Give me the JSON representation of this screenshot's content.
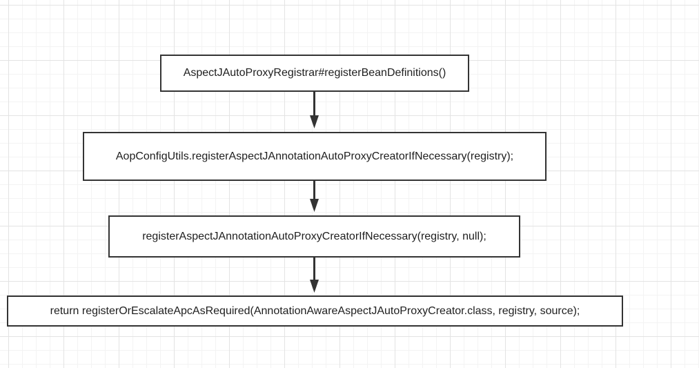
{
  "diagram": {
    "nodes": [
      {
        "id": "n1",
        "label": "AspectJAutoProxyRegistrar#registerBeanDefinitions()"
      },
      {
        "id": "n2",
        "label": "AopConfigUtils.registerAspectJAnnotationAutoProxyCreatorIfNecessary(registry);"
      },
      {
        "id": "n3",
        "label": "registerAspectJAnnotationAutoProxyCreatorIfNecessary(registry, null);"
      },
      {
        "id": "n4",
        "label": "return registerOrEscalateApcAsRequired(AnnotationAwareAspectJAutoProxyCreator.class, registry, source);"
      }
    ],
    "edges": [
      {
        "from": "n1",
        "to": "n2"
      },
      {
        "from": "n2",
        "to": "n3"
      },
      {
        "from": "n3",
        "to": "n4"
      }
    ],
    "colors": {
      "stroke": "#333333",
      "grid": "#e3e3e3",
      "text": "#1e1e1e"
    }
  }
}
